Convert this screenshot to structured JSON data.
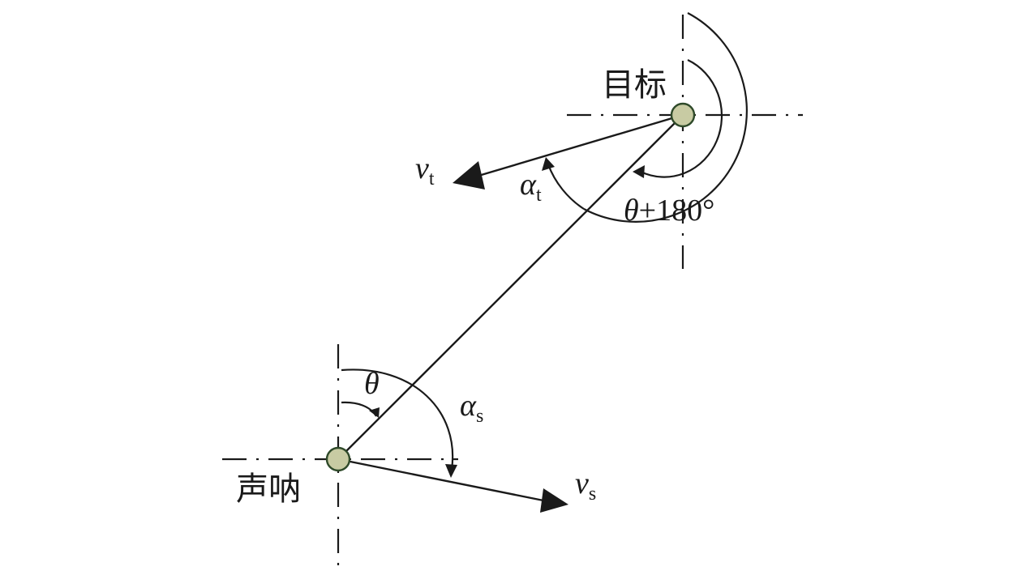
{
  "labels": {
    "target": "目标",
    "sonar": "声呐",
    "v_t": {
      "base": "v",
      "sub": "t"
    },
    "alpha_t": {
      "base": "α",
      "sub": "t"
    },
    "theta_plus_180": {
      "base": "θ",
      "rest": "+180°"
    },
    "theta": "θ",
    "alpha_s": {
      "base": "α",
      "sub": "s"
    },
    "v_s": {
      "base": "v",
      "sub": "s"
    }
  },
  "colors": {
    "node_fill": "#c8cba3",
    "node_stroke": "#2f4a2a",
    "ink": "#1a1a1a"
  }
}
